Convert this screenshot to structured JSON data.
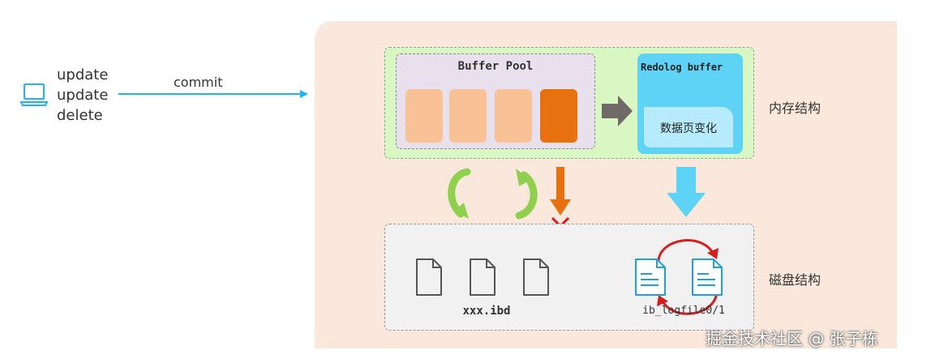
{
  "client": {
    "operations": [
      "update",
      "update",
      "delete"
    ],
    "commit_label": "commit"
  },
  "memory": {
    "label": "内存结构",
    "buffer_pool": {
      "title": "Buffer Pool"
    },
    "redolog_buffer": {
      "title": "Redolog buffer",
      "content": "数据页变化"
    }
  },
  "disk": {
    "label": "磁盘结构",
    "data_file": "xxx.ibd",
    "log_file": "ib_logfile0/1"
  },
  "watermark": "掘金技术社区 @ 张子栋",
  "colors": {
    "panel": "#fbe8dc",
    "memory": "#d9f7c3",
    "buffer_pool": "#e8e0ec",
    "page_light": "#f8c196",
    "page_dark": "#e8710f",
    "redolog": "#5fd3f5",
    "disk": "#f1f1f1",
    "client_line": "#1fb6ef",
    "sync_arrow": "#8fd14f",
    "flush_arrow": "#e8710f",
    "fail_mark": "#e8141b",
    "log_cycle": "#d41f1f"
  }
}
